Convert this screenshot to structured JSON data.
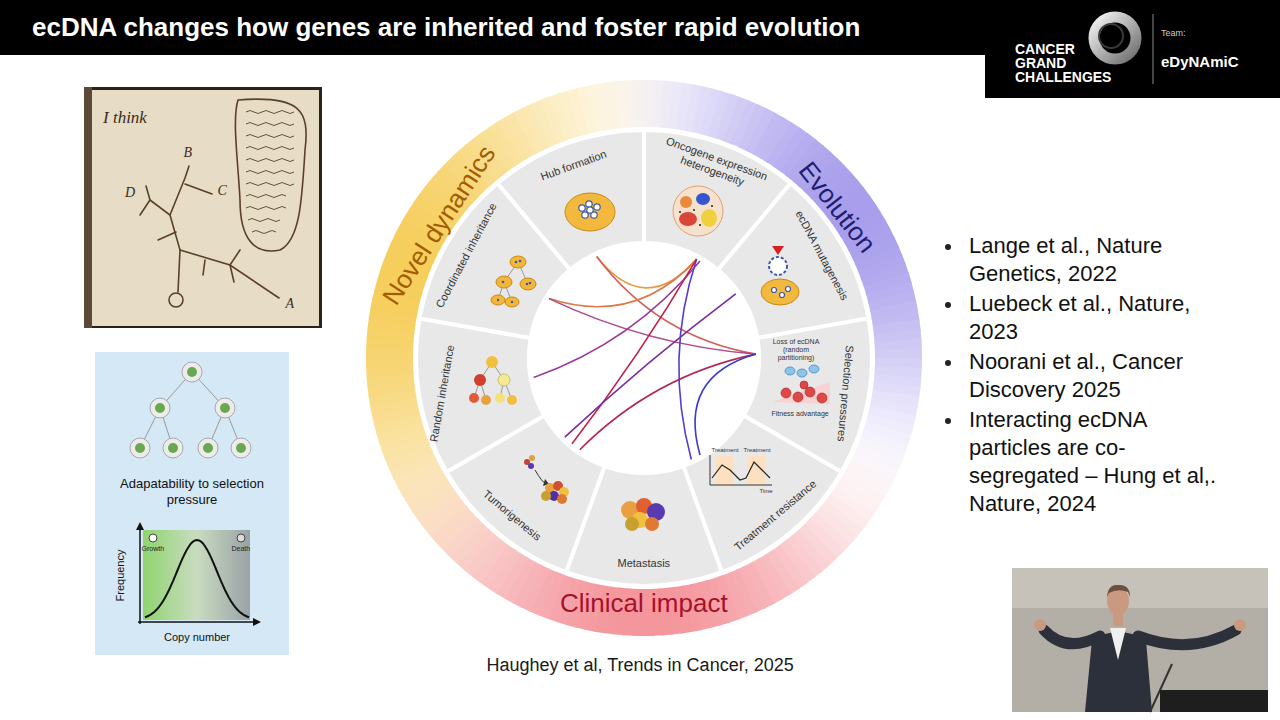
{
  "diagram": {
    "title": "ecDNA changes how genes are inherited and foster rapid evolution",
    "caption": "Haughey et al, Trends in Cancer, 2025",
    "nodes": [
      {
        "text": [
          "CANCER GRAND CHALLENGES",
          "Team:",
          "eDyNAmiC"
        ]
      },
      {
        "text": [
          "Adapatability to selection pressure",
          "Growth",
          "Death",
          "Frequency",
          "Copy number"
        ]
      },
      {
        "text": [
          "Novel dynamics"
        ]
      },
      {
        "text": [
          "Evolution"
        ]
      },
      {
        "text": [
          "Clinical impact"
        ]
      },
      {
        "text": [
          "Hub formation"
        ]
      },
      {
        "text": [
          "Oncogene expression heterogeneity"
        ]
      },
      {
        "text": [
          "ecDNA mutagenesis"
        ]
      },
      {
        "text": [
          "Selection pressures"
        ]
      },
      {
        "text": [
          "Treatment resistance"
        ]
      },
      {
        "text": [
          "Metastasis"
        ]
      },
      {
        "text": [
          "Tumorigenesis"
        ]
      },
      {
        "text": [
          "Random inheritance"
        ]
      },
      {
        "text": [
          "Coordinated inheritance"
        ]
      }
    ],
    "labels": [
      "I think",
      "B",
      "C",
      "D",
      "A",
      "Loss of ecDNA (random partitioning)",
      "Fitness advantage",
      "Treatment",
      "Treatment",
      "Time",
      "Lange et al., Nature Genetics, 2022",
      "Luebeck et al., Nature, 2023",
      "Noorani et al., Cancer Discovery 2025",
      "Interacting ecDNA particles are co-segregated – Hung et al,. Nature, 2024"
    ]
  }
}
